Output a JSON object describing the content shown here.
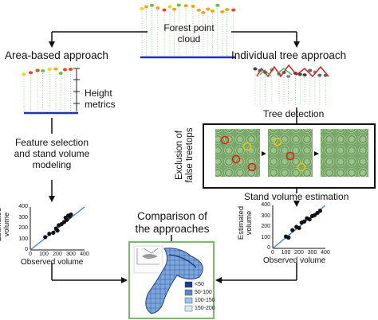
{
  "root": {
    "label_line1": "Forest point",
    "label_line2": "cloud"
  },
  "left": {
    "title": "Area-based approach",
    "metrics_line1": "Height",
    "metrics_line2": "metrics",
    "step_line1": "Feature selection",
    "step_line2": "and stand volume",
    "step_line3": "modeling"
  },
  "right": {
    "title": "Individual tree approach",
    "tree_detection": "Tree detection",
    "exclusion_line1": "Exclusion of",
    "exclusion_line2": "false treetops",
    "estimation": "Stand volume estimation"
  },
  "center": {
    "line1": "Comparison of",
    "line2": "the approaches"
  },
  "map_legend": [
    "<50",
    "50-100",
    "100-150",
    "150-200"
  ],
  "map_legend_colors": [
    "#1f3f8a",
    "#5d86c8",
    "#9fc2e8",
    "#d8e8f5"
  ],
  "chart_data": [
    {
      "type": "scatter",
      "ylabel": "Estimated volume",
      "xlabel": "Observed volume",
      "xticks": [
        "0",
        "100",
        "200",
        "300",
        "400"
      ],
      "yticks": [
        "0",
        "100",
        "200",
        "300",
        "400"
      ],
      "xlim": [
        0,
        400
      ],
      "ylim": [
        0,
        400
      ],
      "points": [
        [
          110,
          120
        ],
        [
          140,
          150
        ],
        [
          170,
          160
        ],
        [
          190,
          200
        ],
        [
          200,
          180
        ],
        [
          210,
          230
        ],
        [
          230,
          240
        ],
        [
          250,
          260
        ],
        [
          260,
          300
        ],
        [
          270,
          280
        ],
        [
          280,
          320
        ],
        [
          290,
          310
        ],
        [
          300,
          330
        ]
      ],
      "line": [
        [
          0,
          0
        ],
        [
          400,
          400
        ]
      ]
    },
    {
      "type": "scatter",
      "ylabel": "Estimated volume",
      "xlabel": "Observed volume",
      "xticks": [
        "0",
        "100",
        "200",
        "300",
        "400"
      ],
      "yticks": [
        "0",
        "100",
        "200",
        "300",
        "400"
      ],
      "xlim": [
        0,
        400
      ],
      "ylim": [
        0,
        400
      ],
      "points": [
        [
          100,
          110
        ],
        [
          120,
          100
        ],
        [
          150,
          170
        ],
        [
          180,
          200
        ],
        [
          200,
          190
        ],
        [
          220,
          240
        ],
        [
          240,
          250
        ],
        [
          260,
          280
        ],
        [
          280,
          270
        ],
        [
          300,
          300
        ],
        [
          320,
          310
        ],
        [
          340,
          330
        ],
        [
          360,
          350
        ]
      ],
      "line": [
        [
          0,
          0
        ],
        [
          400,
          400
        ]
      ]
    }
  ]
}
